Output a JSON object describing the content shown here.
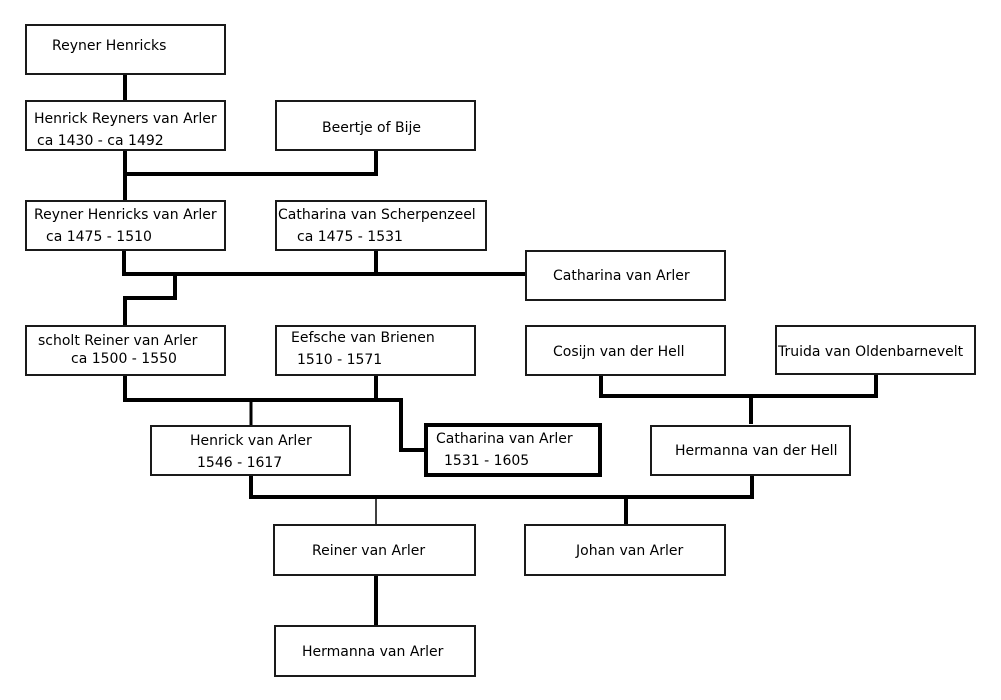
{
  "diagram": {
    "type": "family-tree",
    "persons": [
      {
        "id": "reyner-henricks",
        "name": "Reyner Henricks",
        "dates": ""
      },
      {
        "id": "henrick-reyners",
        "name": "Henrick Reyners van Arler",
        "dates": "ca 1430 - ca 1492"
      },
      {
        "id": "beertje",
        "name": "Beertje of Bije",
        "dates": ""
      },
      {
        "id": "reyner-henricks-va",
        "name": "Reyner Henricks van Arler",
        "dates": "ca 1475 -  1510"
      },
      {
        "id": "catharina-scherpenzeel",
        "name": "Catharina van Scherpenzeel",
        "dates": "ca 1475 - 1531"
      },
      {
        "id": "catharina-va-1",
        "name": "Catharina van Arler",
        "dates": ""
      },
      {
        "id": "scholt-reiner",
        "name": "scholt Reiner van Arler",
        "dates": "ca 1500 - 1550"
      },
      {
        "id": "eefsche",
        "name": "Eefsche van Brienen",
        "dates": "1510 - 1571"
      },
      {
        "id": "cosijn",
        "name": "Cosijn van der Hell",
        "dates": ""
      },
      {
        "id": "truida",
        "name": "Truida van Oldenbarnevelt",
        "dates": ""
      },
      {
        "id": "henrick-va",
        "name": "Henrick van Arler",
        "dates": "1546 - 1617"
      },
      {
        "id": "catharina-va-2",
        "name": "Catharina van Arler",
        "dates": "1531 - 1605",
        "highlighted": true
      },
      {
        "id": "hermanna-hell",
        "name": "Hermanna van der Hell",
        "dates": ""
      },
      {
        "id": "reiner-va",
        "name": "Reiner van Arler",
        "dates": ""
      },
      {
        "id": "johan-va",
        "name": "Johan van Arler",
        "dates": ""
      },
      {
        "id": "hermanna-va",
        "name": "Hermanna van Arler",
        "dates": ""
      }
    ],
    "relations": [
      {
        "type": "parent-child",
        "parents": [
          "reyner-henricks"
        ],
        "children": [
          "henrick-reyners"
        ]
      },
      {
        "type": "parent-child",
        "parents": [
          "henrick-reyners",
          "beertje"
        ],
        "children": [
          "reyner-henricks-va"
        ]
      },
      {
        "type": "parent-child",
        "parents": [
          "reyner-henricks-va",
          "catharina-scherpenzeel"
        ],
        "children": [
          "scholt-reiner",
          "catharina-va-1"
        ]
      },
      {
        "type": "parent-child",
        "parents": [
          "scholt-reiner",
          "eefsche"
        ],
        "children": [
          "henrick-va",
          "catharina-va-2"
        ]
      },
      {
        "type": "parent-child",
        "parents": [
          "cosijn",
          "truida"
        ],
        "children": [
          "hermanna-hell"
        ]
      },
      {
        "type": "parent-child",
        "parents": [
          "henrick-va",
          "hermanna-hell"
        ],
        "children": [
          "reiner-va",
          "johan-va"
        ]
      },
      {
        "type": "parent-child",
        "parents": [
          "reiner-va"
        ],
        "children": [
          "hermanna-va"
        ]
      }
    ]
  }
}
